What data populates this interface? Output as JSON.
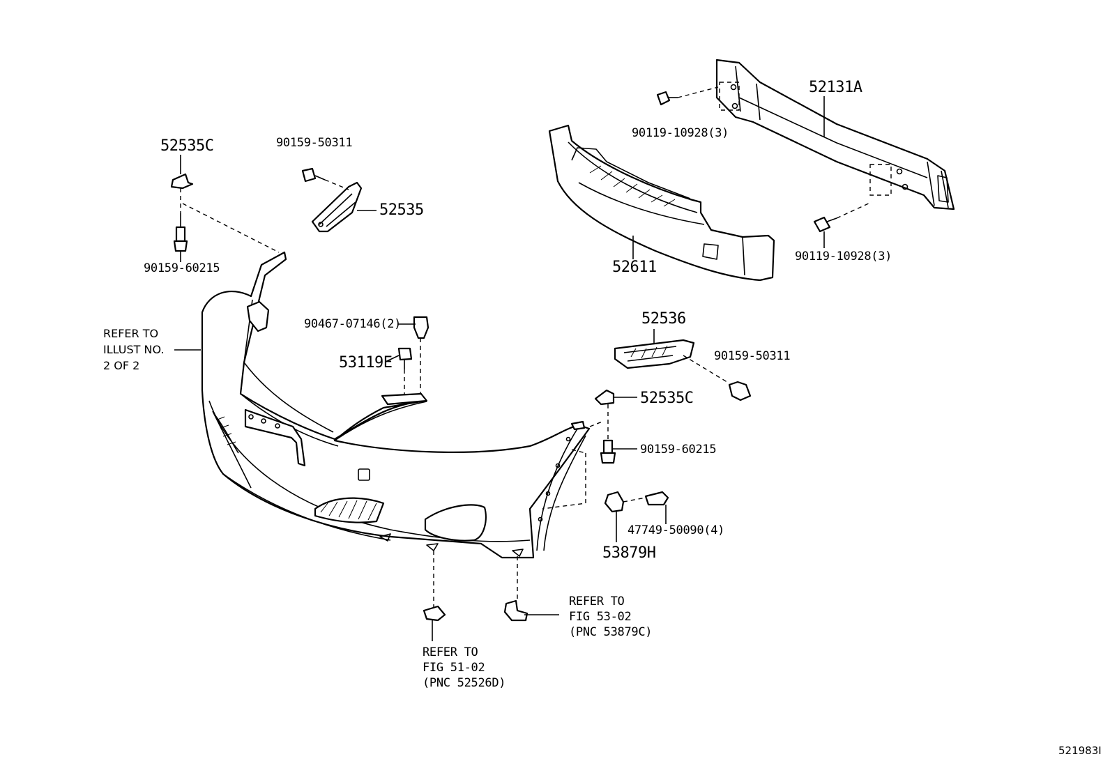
{
  "parts": {
    "p52535C_a": "52535C",
    "p90159_50311_a": "90159-50311",
    "p52535": "52535",
    "p90159_60215_a": "90159-60215",
    "p52131A": "52131A",
    "p90119_10928_top": "90119-10928(3)",
    "p90119_10928_bot": "90119-10928(3)",
    "p52611": "52611",
    "p90467_07146": "90467-07146(2)",
    "p53119E": "53119E",
    "p52536": "52536",
    "p90159_50311_b": "90159-50311",
    "p52535C_b": "52535C",
    "p90159_60215_b": "90159-60215",
    "p47749_50090": "47749-50090(4)",
    "p53879H": "53879H"
  },
  "references": {
    "illust": [
      "REFER TO",
      "ILLUST NO.",
      "2 OF 2"
    ],
    "fig53": [
      "REFER TO",
      "FIG 53-02",
      "(PNC 53879C)"
    ],
    "fig51": [
      "REFER TO",
      "FIG 51-02",
      "(PNC 52526D)"
    ]
  },
  "diagram_id": "521983I"
}
